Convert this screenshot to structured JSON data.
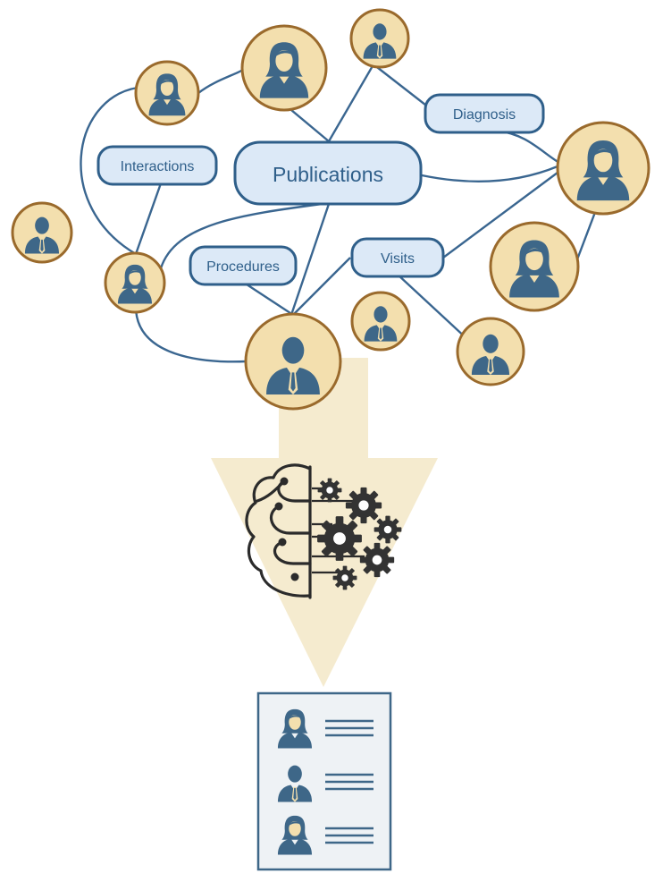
{
  "colors": {
    "edge": "#3a6690",
    "pill_fill": "#dce9f7",
    "pill_stroke": "#2f5f8a",
    "pill_text": "#2f5f8a",
    "avatar_fill": "#f3dfae",
    "avatar_ring": "#9a6a2c",
    "person": "#3e6788",
    "funnel": "#f5ebcf",
    "brain_line": "#2b2b2b",
    "gear": "#333333",
    "report_bg": "#eef2f5",
    "report_border": "#3e6788",
    "report_lines": "#3e6788"
  },
  "labels": {
    "publications": "Publications",
    "interactions": "Interactions",
    "diagnosis": "Diagnosis",
    "procedures": "Procedures",
    "visits": "Visits"
  },
  "people": [
    {
      "id": "p1",
      "gender": "male"
    },
    {
      "id": "p2",
      "gender": "female"
    },
    {
      "id": "p3",
      "gender": "female"
    },
    {
      "id": "p4",
      "gender": "male"
    },
    {
      "id": "p5",
      "gender": "female"
    },
    {
      "id": "p6",
      "gender": "female"
    },
    {
      "id": "p7",
      "gender": "female"
    },
    {
      "id": "p8",
      "gender": "male"
    },
    {
      "id": "p9",
      "gender": "male"
    },
    {
      "id": "p10",
      "gender": "male"
    }
  ],
  "report": {
    "icon": "ranked-list-icon",
    "rows": [
      {
        "gender": "female"
      },
      {
        "gender": "male"
      },
      {
        "gender": "female"
      }
    ]
  },
  "center_icon": "brain-gears-icon"
}
